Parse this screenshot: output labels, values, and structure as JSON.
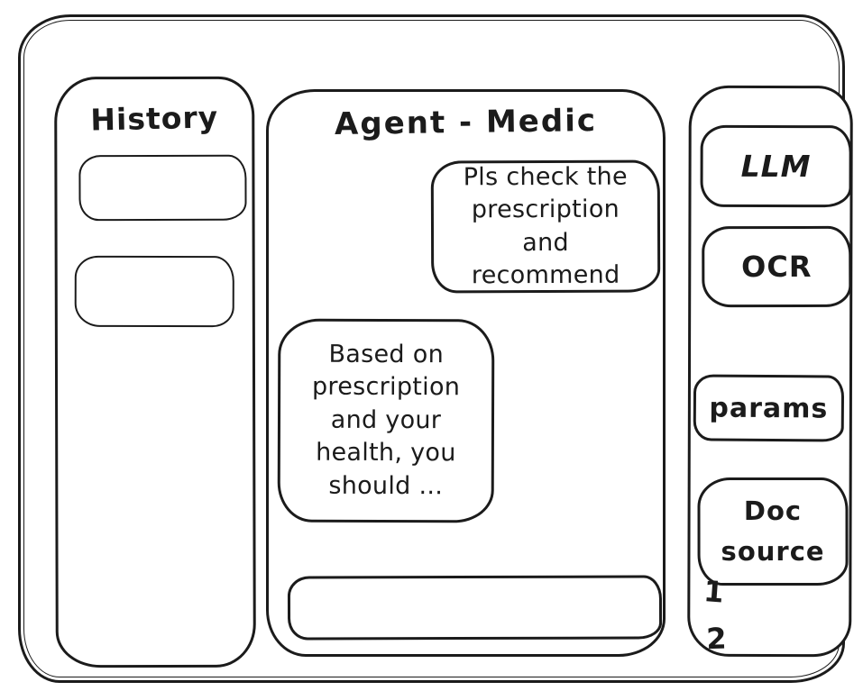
{
  "history_panel": {
    "title": "History"
  },
  "chat_panel": {
    "title": "Agent - Medic",
    "messages": [
      {
        "role": "user",
        "text": "Pls check the prescription and recommend"
      },
      {
        "role": "agent",
        "text": "Based on prescription and your health, you should ..."
      }
    ],
    "input": {
      "value": "",
      "placeholder": ""
    }
  },
  "tools_panel": {
    "buttons": [
      {
        "label": "LLM"
      },
      {
        "label": "OCR"
      },
      {
        "label": "params"
      },
      {
        "label": "Doc source"
      }
    ],
    "annotations": [
      {
        "label": "1"
      },
      {
        "label": "2"
      }
    ]
  },
  "colors": {
    "ink": "#1b1b1b",
    "background": "#ffffff"
  }
}
